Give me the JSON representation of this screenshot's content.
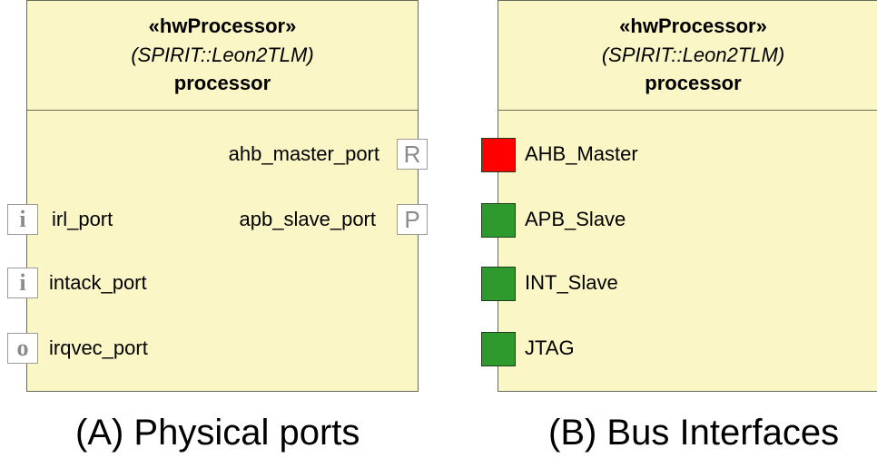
{
  "colors": {
    "block_fill": "#fbf6c6",
    "block_border": "#6b6b5a",
    "bus_required": "#ff0000",
    "bus_provided": "#2e9a2e"
  },
  "panel_a": {
    "stereotype": "«hwProcessor»",
    "library": "(SPIRIT::Leon2TLM)",
    "name": "processor",
    "ports_right": [
      {
        "label": "ahb_master_port",
        "symbol": "R"
      },
      {
        "label": "apb_slave_port",
        "symbol": "P"
      }
    ],
    "ports_left": [
      {
        "label": "irl_port",
        "symbol": "i"
      },
      {
        "label": "intack_port",
        "symbol": "i"
      },
      {
        "label": "irqvec_port",
        "symbol": "o"
      }
    ],
    "caption": "(A) Physical ports"
  },
  "panel_b": {
    "stereotype": "«hwProcessor»",
    "library": "(SPIRIT::Leon2TLM)",
    "name": "processor",
    "bus_interfaces": [
      {
        "label": "AHB_Master",
        "color": "#ff0000"
      },
      {
        "label": "APB_Slave",
        "color": "#2e9a2e"
      },
      {
        "label": "INT_Slave",
        "color": "#2e9a2e"
      },
      {
        "label": "JTAG",
        "color": "#2e9a2e"
      }
    ],
    "caption": "(B) Bus Interfaces"
  }
}
